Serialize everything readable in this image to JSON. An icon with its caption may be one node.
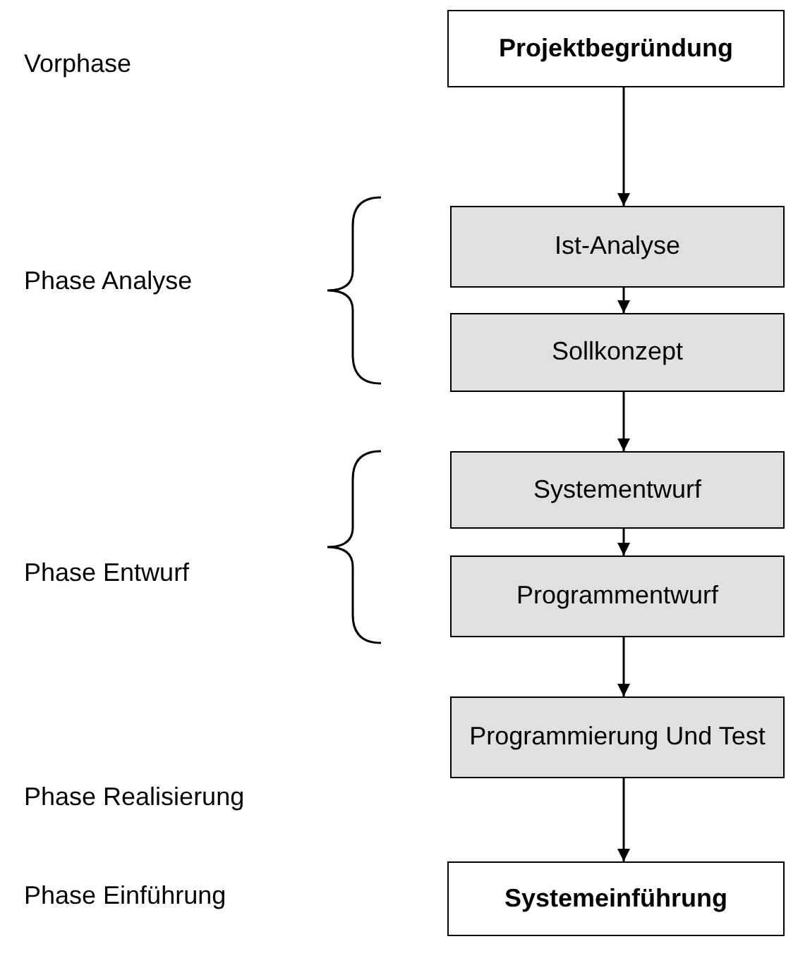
{
  "diagram": {
    "nodes": [
      {
        "text": [
          "Projektbegründung"
        ]
      },
      {
        "text": [
          "Ist-Analyse"
        ]
      },
      {
        "text": [
          "Sollkonzept"
        ]
      },
      {
        "text": [
          "Systementwurf"
        ]
      },
      {
        "text": [
          "Programmentwurf"
        ]
      },
      {
        "text": [
          "Programmierung Und Test"
        ]
      },
      {
        "text": [
          "Systemeinführung"
        ]
      }
    ],
    "edges": [
      {
        "from": 0,
        "to": 1,
        "arrow": "to"
      },
      {
        "from": 1,
        "to": 2,
        "arrow": "to"
      },
      {
        "from": 2,
        "to": 3,
        "arrow": "to"
      },
      {
        "from": 3,
        "to": 4,
        "arrow": "to"
      },
      {
        "from": 4,
        "to": 5,
        "arrow": "to"
      },
      {
        "from": 5,
        "to": 6,
        "arrow": "to"
      }
    ],
    "labels": [
      "Vorphase",
      "Phase Analyse",
      "Phase Entwurf",
      "Phase Realisierung",
      "Phase Einführung"
    ]
  }
}
